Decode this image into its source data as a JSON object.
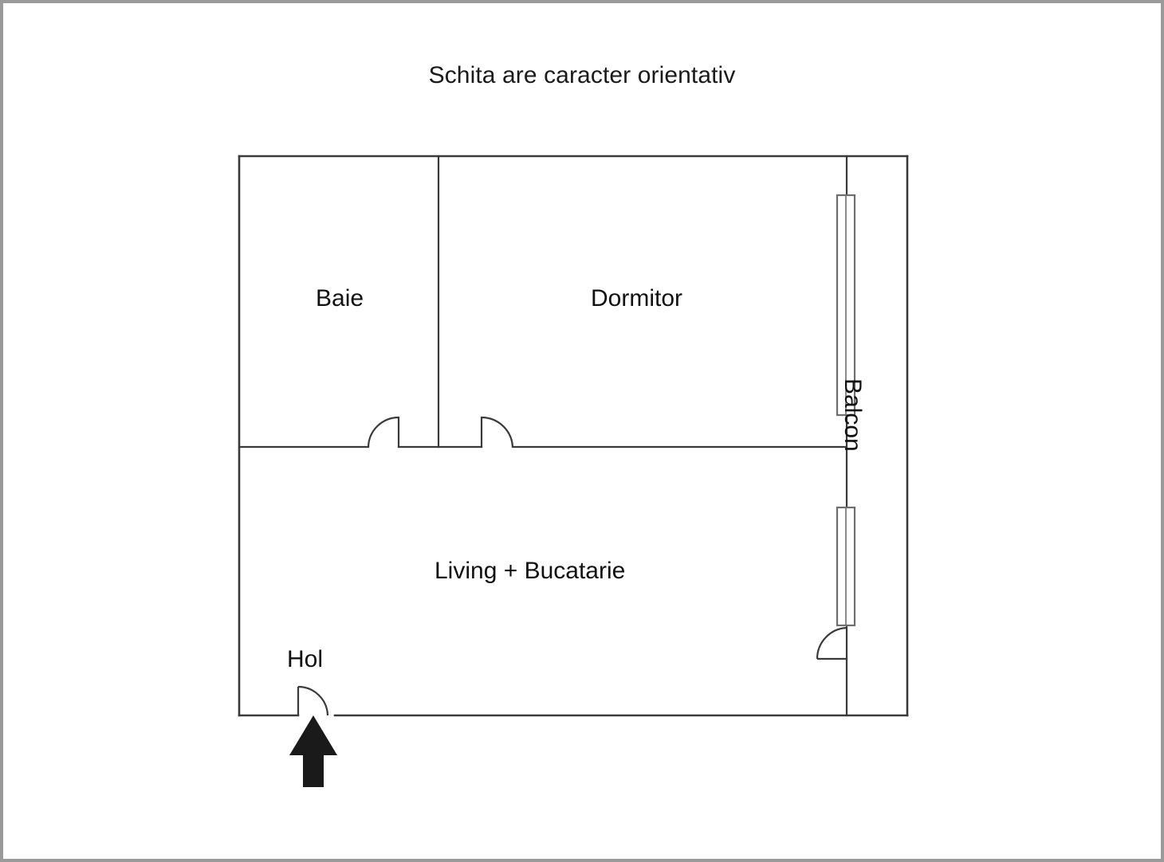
{
  "document": {
    "title": "Schita are caracter orientativ",
    "kind": "floor-plan"
  },
  "plan": {
    "rooms": [
      {
        "id": "baie",
        "label": "Baie"
      },
      {
        "id": "dormitor",
        "label": "Dormitor"
      },
      {
        "id": "living",
        "label": "Living + Bucatarie"
      },
      {
        "id": "hol",
        "label": "Hol"
      },
      {
        "id": "balcon",
        "label": "Balcon"
      }
    ],
    "features": [
      {
        "id": "entrance-arrow",
        "name": "entrance-direction-arrow"
      },
      {
        "id": "entrance-door",
        "name": "entrance-door"
      },
      {
        "id": "door-baie",
        "name": "bathroom-door"
      },
      {
        "id": "door-dormitor",
        "name": "bedroom-door"
      },
      {
        "id": "door-balcon",
        "name": "balcony-door"
      },
      {
        "id": "window-upper",
        "name": "bedroom-balcony-window"
      },
      {
        "id": "window-lower",
        "name": "living-balcony-window"
      }
    ]
  },
  "colors": {
    "wall": "#3a3a3a",
    "window": "#6e6e6e",
    "arrow": "#1a1a1a",
    "frame": "#9a9a9a",
    "background": "#ffffff",
    "text": "#111111"
  }
}
